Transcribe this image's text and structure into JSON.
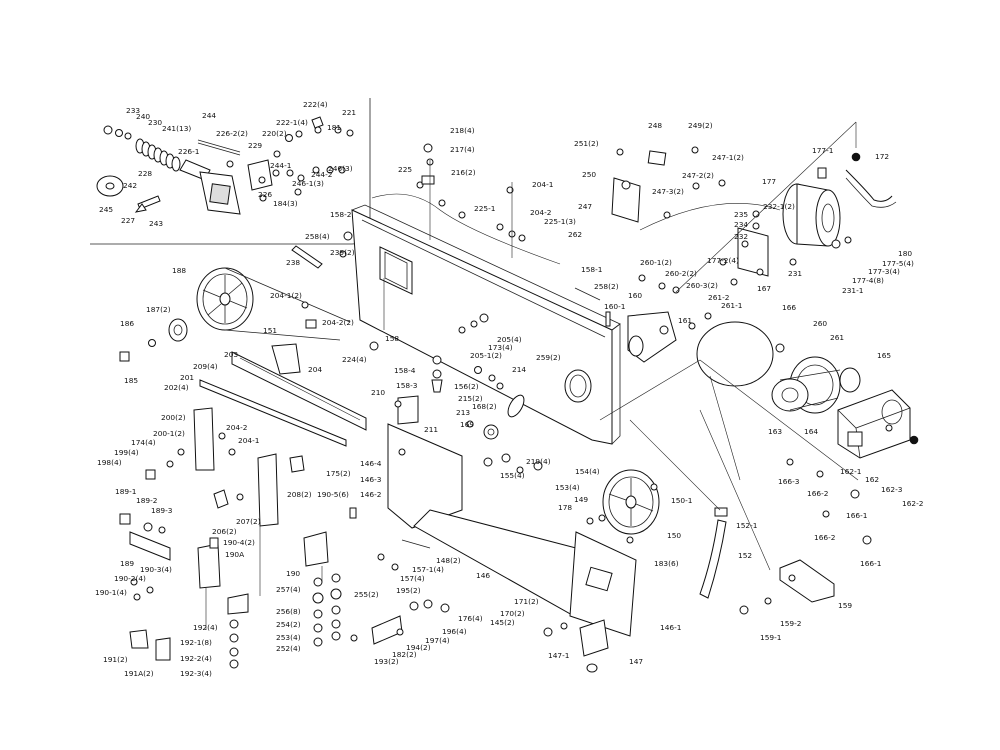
{
  "labels": {
    "l233": "233",
    "l240": "240",
    "l230": "230",
    "l241": "241(13)",
    "l228": "228",
    "l242": "242",
    "l245": "245",
    "l227": "227",
    "l243": "243",
    "l244": "244",
    "l226_2": "226-2(2)",
    "l226_1": "226-1",
    "l229": "229",
    "l226": "226",
    "l220": "220(2)",
    "l222_1": "222-1(4)",
    "l222": "222(4)",
    "l221": "221",
    "l181": "181",
    "l244_1": "244-1",
    "l244_2": "244-2",
    "l246_1": "246-1(3)",
    "l246": "246(3)",
    "l184": "184(3)",
    "l218": "218(4)",
    "l217": "217(4)",
    "l216": "216(2)",
    "l225": "225",
    "l225_1": "225-1",
    "l158_2": "158-2",
    "l258": "258(4)",
    "l239": "239(2)",
    "l238": "238",
    "l204_1b": "204-1",
    "l204_2b": "204-2",
    "l225_1_3": "225-1(3)",
    "l262": "262",
    "l251": "251(2)",
    "l248": "248",
    "l249": "249(2)",
    "l250": "250",
    "l247": "247",
    "l247_3": "247-3(2)",
    "l247_2": "247-2(2)",
    "l247_1": "247-1(2)",
    "l177_1": "177-1",
    "l172": "172",
    "l177": "177",
    "l235": "235",
    "l234": "234",
    "l232_1": "232-1(2)",
    "l232": "232",
    "l180": "180",
    "l177_5": "177-5(4)",
    "l177_3": "177-3(4)",
    "l177_4": "177-4(8)",
    "l231": "231",
    "l231_1": "231-1",
    "l167": "167",
    "l177_2": "177-2(4)",
    "l260_1": "260-1(2)",
    "l260_2": "260-2(2)",
    "l260_3": "260-3(2)",
    "l261_2": "261-2",
    "l261_1": "261-1",
    "l166": "166",
    "l260": "260",
    "l261": "261",
    "l165": "165",
    "l188": "188",
    "l151": "151",
    "l204_1_2": "204-1(2)",
    "l204_2_2": "204-2(2)",
    "l187": "187(2)",
    "l186": "186",
    "l185": "185",
    "l158": "158",
    "l224": "224(4)",
    "l158_1": "158-1",
    "l258_2": "258(2)",
    "l160_1": "160-1",
    "l160": "160",
    "l161": "161",
    "l205": "205(4)",
    "l173": "173(4)",
    "l205_1": "205-1(2)",
    "l259": "259(2)",
    "l158_4": "158-4",
    "l158_3": "158-3",
    "l156": "156(2)",
    "l215": "215(2)",
    "l168": "168(2)",
    "l214": "214",
    "l213": "213",
    "l211": "211",
    "l169": "169",
    "l203": "203",
    "l209": "209(4)",
    "l201": "201",
    "l202": "202(4)",
    "l204": "204",
    "l210": "210",
    "l200": "200(2)",
    "l200_1": "200-1(2)",
    "l174": "174(4)",
    "l199": "199(4)",
    "l198": "198(4)",
    "l204_2c": "204-2",
    "l204_1c": "204-1",
    "l175": "175(2)",
    "l146_4": "146-4",
    "l146_3": "146-3",
    "l146_2": "146-2",
    "l219": "219(4)",
    "l154": "154(4)",
    "l155": "155(4)",
    "l153": "153(4)",
    "l163": "163",
    "l164": "164",
    "l166_3": "166-3",
    "l166_2a": "166-2",
    "l166_1a": "166-1",
    "l162_1": "162-1",
    "l162": "162",
    "l162_3": "162-3",
    "l162_2": "162-2",
    "l189_1": "189-1",
    "l189_2": "189-2",
    "l189_3": "189-3",
    "l189": "189",
    "l190_3": "190-3(4)",
    "l190_2": "190-2(4)",
    "l190_1": "190-1(4)",
    "l190_4": "190-4(2)",
    "l190A": "190A",
    "l206": "206(2)",
    "l207": "207(2)",
    "l208": "208(2)",
    "l190_5": "190-5(6)",
    "l190": "190",
    "l192": "192(4)",
    "l192_1": "192-1(8)",
    "l192_2": "192-2(4)",
    "l192_3": "192-3(4)",
    "l191": "191(2)",
    "l191A": "191A(2)",
    "l257": "257(4)",
    "l256": "256(8)",
    "l254": "254(2)",
    "l253": "253(4)",
    "l252": "252(4)",
    "l255": "255(2)",
    "l148": "148(2)",
    "l157_1": "157-1(4)",
    "l157": "157(4)",
    "l146": "146",
    "l195": "195(2)",
    "l176": "176(4)",
    "l196": "196(4)",
    "l197": "197(4)",
    "l194": "194(2)",
    "l182": "182(2)",
    "l193": "193(2)",
    "l171": "171(2)",
    "l170": "170(2)",
    "l145": "145(2)",
    "l147_1": "147-1",
    "l147": "147",
    "l146_1": "146-1",
    "l178": "178",
    "l149": "149",
    "l150_1": "150-1",
    "l150": "150",
    "l183": "183(6)",
    "l152_1": "152-1",
    "l152": "152",
    "l166_2b": "166-2",
    "l166_1b": "166-1",
    "l159": "159",
    "l159_2": "159-2",
    "l159_1": "159-1"
  }
}
